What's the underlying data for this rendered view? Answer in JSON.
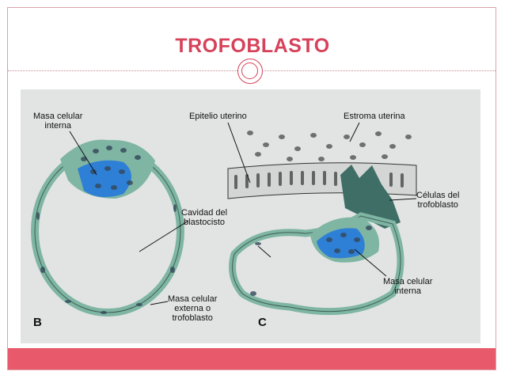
{
  "slide": {
    "title": "TROFOBLASTO",
    "accent_color": "#d6425a",
    "footer_color": "#e85a6b"
  },
  "figure": {
    "panel_b": {
      "letter": "B",
      "labels": {
        "inner_mass": "Masa celular\ninterna",
        "cavity": "Cavidad del\nblastocisto",
        "outer_mass": "Masa celular\nexterna o\ntrofoblasto"
      }
    },
    "panel_c": {
      "letter": "C",
      "labels": {
        "epithelium": "Epitelio uterino",
        "stroma": "Estroma uterina",
        "trophoblast_cells": "Células del\ntrofoblasto",
        "inner_mass": "Masa celular\ninterna"
      }
    },
    "colors": {
      "inner_cell_mass": "#2e7fd6",
      "trophoblast": "#7fb5a3",
      "background": "#e2e4e3"
    }
  }
}
